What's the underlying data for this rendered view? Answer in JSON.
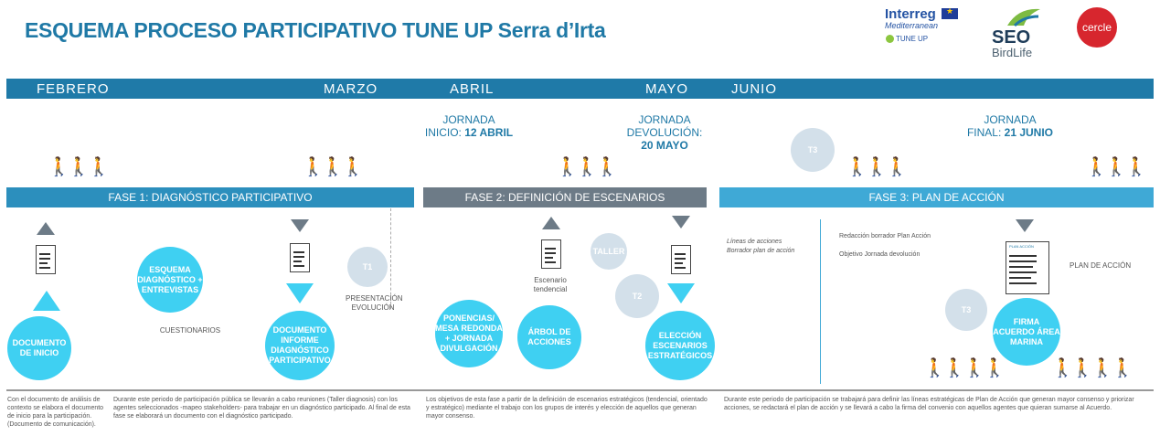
{
  "title": "ESQUEMA PROCESO PARTICIPATIVO TUNE UP Serra d’Irta",
  "logos": {
    "interreg_name": "Interreg",
    "interreg_sub": "Mediterranean",
    "interreg_tune": "TUNE UP",
    "seo_name": "SEO",
    "seo_sub": "BirdLife",
    "cercle": "cercle"
  },
  "months": [
    "FEBRERO",
    "MARZO",
    "ABRIL",
    "MAYO",
    "JUNIO"
  ],
  "jornadas": {
    "inicio_l1": "JORNADA",
    "inicio_l2": "INICIO:",
    "inicio_date": "12 ABRIL",
    "devolucion_l1": "JORNADA",
    "devolucion_l2": "DEVOLUCIÓN:",
    "devolucion_date": "20 MAYO",
    "final_l1": "JORNADA",
    "final_l2": "FINAL:",
    "final_date": "21 JUNIO"
  },
  "phases": {
    "fase1": "FASE 1: DIAGNÓSTICO PARTICIPATIVO",
    "fase2": "FASE 2: DEFINICIÓN DE ESCENARIOS ESTRATÉGICOS",
    "fase3": "FASE 3: PLAN DE ACCIÓN"
  },
  "colors": {
    "timeline": "#1f7aa8",
    "fase1": "#2c8fbd",
    "fase2": "#6d7b87",
    "fase3": "#3fa9d6",
    "circle": "#3fd0f2",
    "circle_grey": "#d3e0ea"
  },
  "circles": {
    "documento_inicio": "DOCUMENTO DE INICIO",
    "esquema": "ESQUEMA DIAGNÓSTICO + ENTREVISTAS",
    "documento_informe": "DOCUMENTO INFORME DIAGNÓSTICO PARTICIPATIVO",
    "t1": "T1",
    "ponencias": "PONENCIAS/ MESA REDONDA + JORNADA DIVULGACIÓN",
    "arbol": "ÁRBOL DE ACCIONES",
    "taller": "TALLER",
    "t2": "T2",
    "eleccion": "ELECCIÓN ESCENARIOS ESTRATÉGICOS",
    "t3_top": "T3",
    "t3_mid": "T3",
    "firma": "FIRMA ACUERDO ÁREA MARINA"
  },
  "labels": {
    "cuestionarios": "CUESTIONARIOS",
    "presentacion": "PRESENTACIÓN EVOLUCIÓN",
    "escenario": "Escenario tendencial",
    "lineas": "Líneas de acciones",
    "borrador": "Borrador plan de acción",
    "redaccion": "Redacción borrador Plan Acción",
    "objetivo": "Objetivo Jornada devolución",
    "plan_accion": "PLAN DE ACCIÓN",
    "doc_plan": "PLAN ACCIÓN"
  },
  "notes": {
    "n1": "Con el documento de análisis de contexto se elabora el documento de inicio para la participación. (Documento de comunicación).",
    "n2": "Durante este periodo de participación pública se llevarán a cabo reuniones (Taller diagnosis) con los agentes seleccionados -mapeo stakeholders- para trabajar en un diagnóstico participado. Al final de esta fase se elaborará un documento con el diagnóstico participado.",
    "n3": "Los objetivos de esta fase a partir de la definición de escenarios estratégicos (tendencial, orientado y estratégico) mediante el trabajo con los grupos de interés y elección de aquellos que generan mayor consenso.",
    "n4": "Durante este periodo de participación se trabajará para definir las líneas estratégicas de Plan de Acción que generan mayor consenso y priorizar acciones, se redactará el plan de acción y se llevará a cabo la firma del convenio con aquellos agentes que quieran sumarse al Acuerdo."
  },
  "people_icon": "people-group-icon"
}
